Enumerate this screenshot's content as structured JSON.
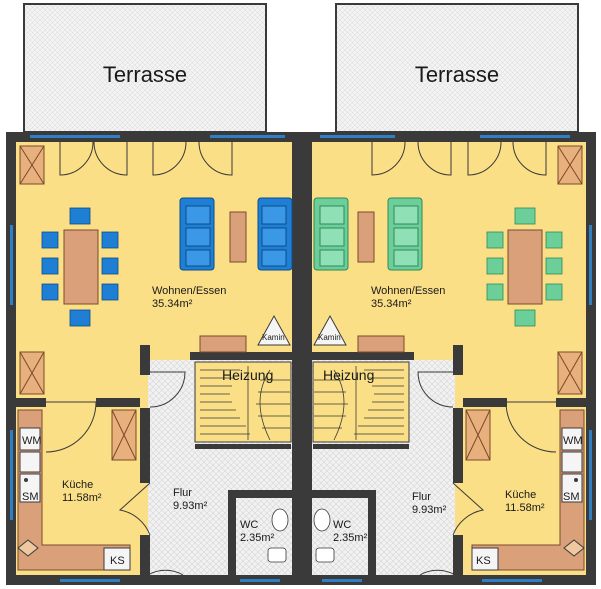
{
  "rooms": {
    "terrace_left": "Terrasse",
    "terrace_right": "Terrasse",
    "living_left": {
      "name": "Wohnen/Essen",
      "area": "35.34m²"
    },
    "living_right": {
      "name": "Wohnen/Essen",
      "area": "35.34m²"
    },
    "kitchen_left": {
      "name": "Küche",
      "area": "11.58m²"
    },
    "kitchen_right": {
      "name": "Küche",
      "area": "11.58m²"
    },
    "hall_left": {
      "name": "Flur",
      "area": "9.93m²"
    },
    "hall_right": {
      "name": "Flur",
      "area": "9.93m²"
    },
    "wc_left": {
      "name": "WC",
      "area": "2.35m²"
    },
    "wc_right": {
      "name": "WC",
      "area": "2.35m²"
    }
  },
  "fixtures": {
    "fireplace_left": "Kamin",
    "fireplace_right": "Kamin",
    "heating_left": "Heizung",
    "heating_right": "Heizung",
    "washer_left": "WM",
    "washer_right": "WM",
    "sink_left": "SM",
    "sink_right": "SM",
    "fridge_left": "KS",
    "fridge_right": "KS"
  },
  "colors": {
    "floor_living": "#fadf86",
    "floor_tile": "#f0f0f0",
    "wall": "#3a3a3a",
    "window": "#2e7fc3",
    "sofa_left": "#1e7fd4",
    "sofa_right": "#6ccf9a",
    "chair_left": "#1e7fd4",
    "chair_right": "#6ccf9a",
    "table": "#d9a07a",
    "counter": "#d9a07a"
  }
}
